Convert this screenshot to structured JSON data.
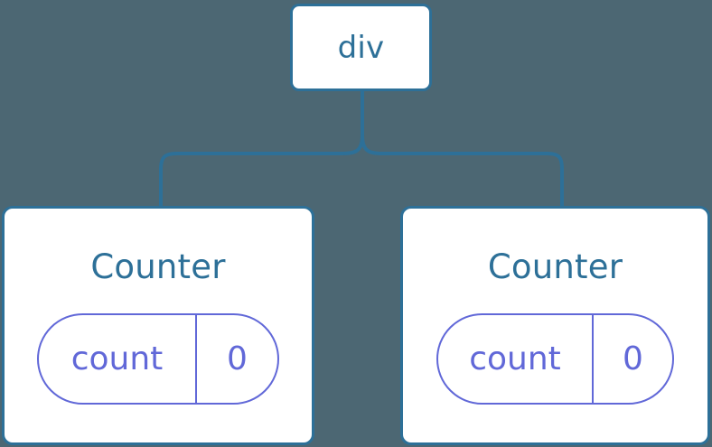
{
  "diagram": {
    "title": "react-component-tree",
    "background_color": "#4c6773",
    "node_border_color": "#2d7098",
    "node_fill_color": "#ffffff",
    "connector_color": "#2d7098",
    "state_pill_color": "#6168d8",
    "root": {
      "label": "div",
      "type": "element"
    },
    "children": [
      {
        "label": "Counter",
        "type": "component",
        "state": {
          "key": "count",
          "value": "0"
        }
      },
      {
        "label": "Counter",
        "type": "component",
        "state": {
          "key": "count",
          "value": "0"
        }
      }
    ]
  }
}
